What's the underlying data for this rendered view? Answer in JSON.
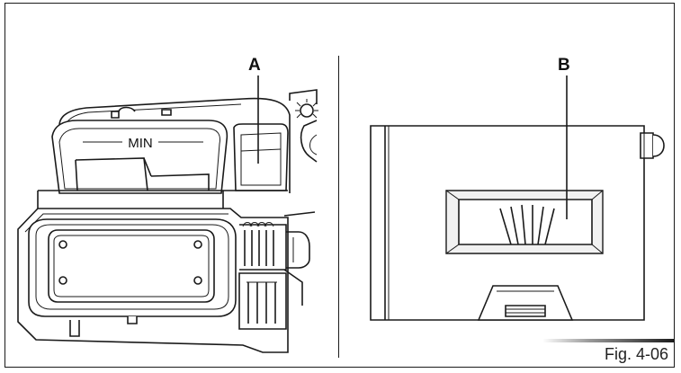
{
  "figure": {
    "callout_a": "A",
    "callout_b": "B",
    "min_label": "MIN",
    "caption": "Fig. 4-06"
  }
}
